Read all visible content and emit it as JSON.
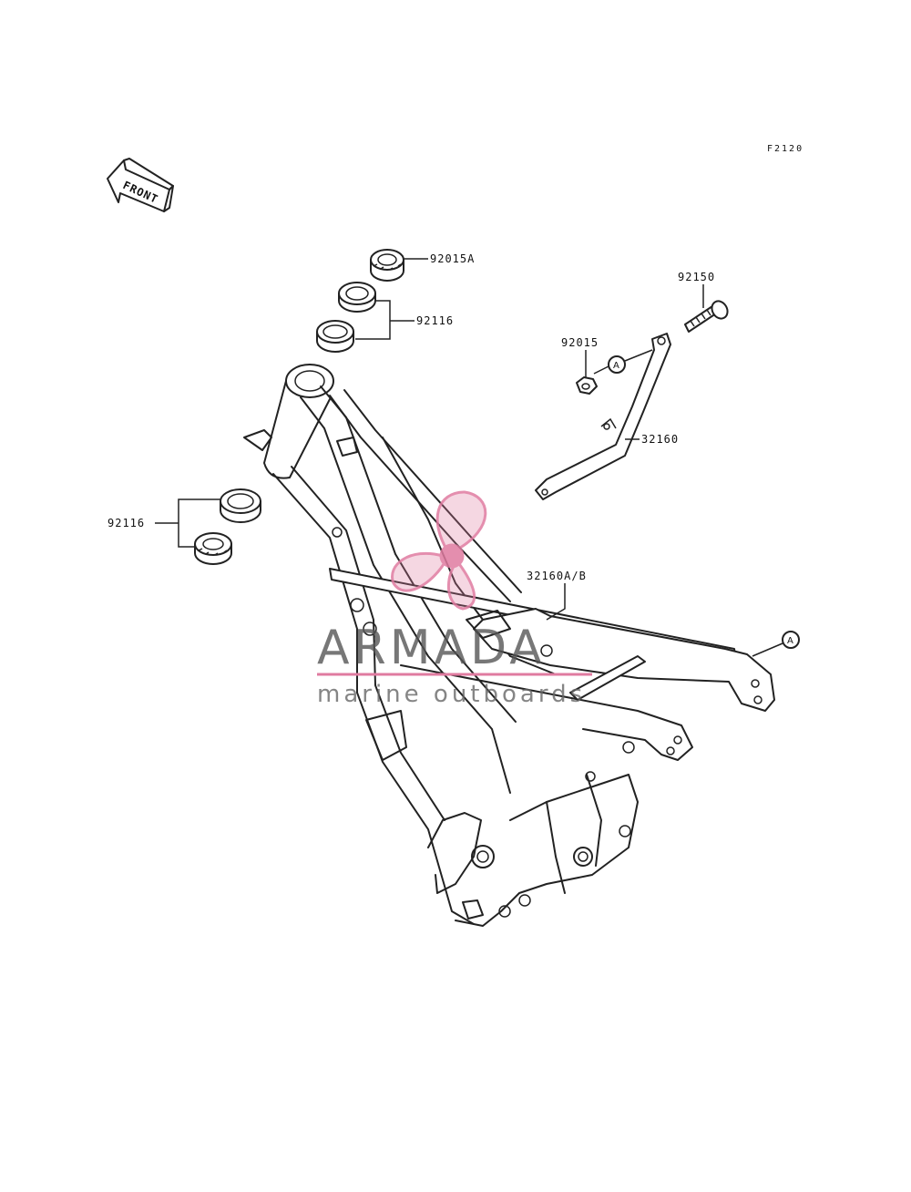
{
  "diagram": {
    "code": "F2120",
    "front_label": "FRONT",
    "ref_marker": "A"
  },
  "parts": [
    {
      "number": "92015A"
    },
    {
      "number": "92116"
    },
    {
      "number": "92150"
    },
    {
      "number": "92015"
    },
    {
      "number": "32160"
    },
    {
      "number": "92116"
    },
    {
      "number": "32160A/B"
    }
  ],
  "watermark": {
    "brand": "ARMADA",
    "tagline": "marine outboards",
    "color": "#e07ba0"
  }
}
